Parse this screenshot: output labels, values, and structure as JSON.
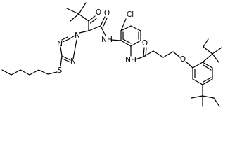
{
  "structure": {
    "colors": {
      "ink": "#000000",
      "background": "#ffffff"
    },
    "atom_labels": {
      "ketone_oxygen": "O",
      "amide_oxygen_left": "O",
      "amide_nh_left": "NH",
      "chloro": "Cl",
      "triazole_n1": "N",
      "triazole_n2": "N",
      "triazole_n4": "N",
      "thioether_sulfur": "S",
      "amide_nh_right": "NH",
      "amide_oxygen_right": "O",
      "ether_oxygen": "O"
    }
  }
}
